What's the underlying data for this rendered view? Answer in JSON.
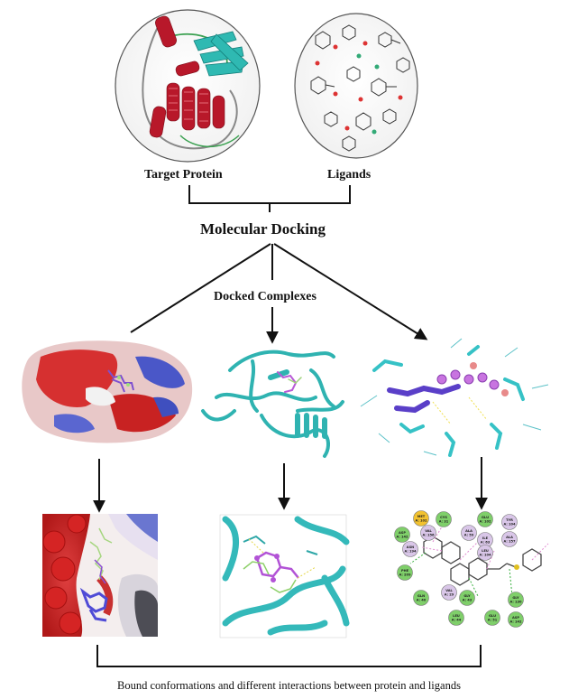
{
  "labels": {
    "target_protein": "Target Protein",
    "ligands": "Ligands",
    "molecular_docking": "Molecular Docking",
    "docked_complexes": "Docked Complexes",
    "caption": "Bound conformations and different interactions between protein and ligands"
  },
  "residues": [
    {
      "text": "MET A: 102",
      "color": "#f2c230"
    },
    {
      "text": "CYS A: 31",
      "color": "#7fcf6a"
    },
    {
      "text": "GLU A: 102",
      "color": "#7fcf6a"
    },
    {
      "text": "TYR A: 104",
      "color": "#d9c6e8"
    },
    {
      "text": "ASP A: 142",
      "color": "#7fcf6a"
    },
    {
      "text": "VAL A: 156",
      "color": "#d9c6e8"
    },
    {
      "text": "ALA A: 59",
      "color": "#d9c6e8"
    },
    {
      "text": "ILE A: 63",
      "color": "#d9c6e8"
    },
    {
      "text": "ALA A: 157",
      "color": "#d9c6e8"
    },
    {
      "text": "ASN A: 194",
      "color": "#d9c6e8"
    },
    {
      "text": "LEU A: 104",
      "color": "#d9c6e8"
    },
    {
      "text": "PHE A: 209",
      "color": "#7fcf6a"
    },
    {
      "text": "GLN A: 40",
      "color": "#7fcf6a"
    },
    {
      "text": "VAL A: 29",
      "color": "#d9c6e8"
    },
    {
      "text": "GLY A: 43",
      "color": "#7fcf6a"
    },
    {
      "text": "GLY A: 130",
      "color": "#7fcf6a"
    },
    {
      "text": "LEU A: 44",
      "color": "#7fcf6a"
    },
    {
      "text": "GLU A: 51",
      "color": "#7fcf6a"
    },
    {
      "text": "ASP A: 142",
      "color": "#7fcf6a"
    }
  ]
}
